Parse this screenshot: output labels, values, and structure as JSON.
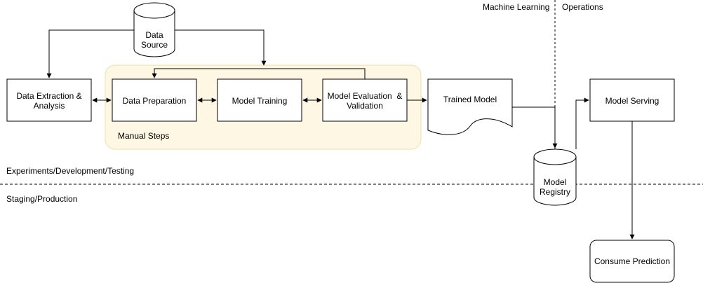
{
  "header": {
    "left_label": "Machine Learning",
    "right_label": "Operations"
  },
  "zones": {
    "top_label": "Experiments/Development/Testing",
    "bottom_label": "Staging/Production",
    "manual_label": "Manual Steps"
  },
  "nodes": {
    "data_source": [
      "Data",
      "Source"
    ],
    "extraction": [
      "Data Extraction &",
      "Analysis"
    ],
    "preparation": "Data Preparation",
    "training": "Model Training",
    "evaluation": [
      "Model Evaluation  &",
      "Validation"
    ],
    "trained_model": "Trained Model",
    "registry": [
      "Model",
      "Registry"
    ],
    "serving": "Model Serving",
    "consume": "Consume Prediction"
  },
  "colors": {
    "manual_fill": "#fdf7e3",
    "manual_stroke": "#ecdfae",
    "line": "#000000"
  }
}
